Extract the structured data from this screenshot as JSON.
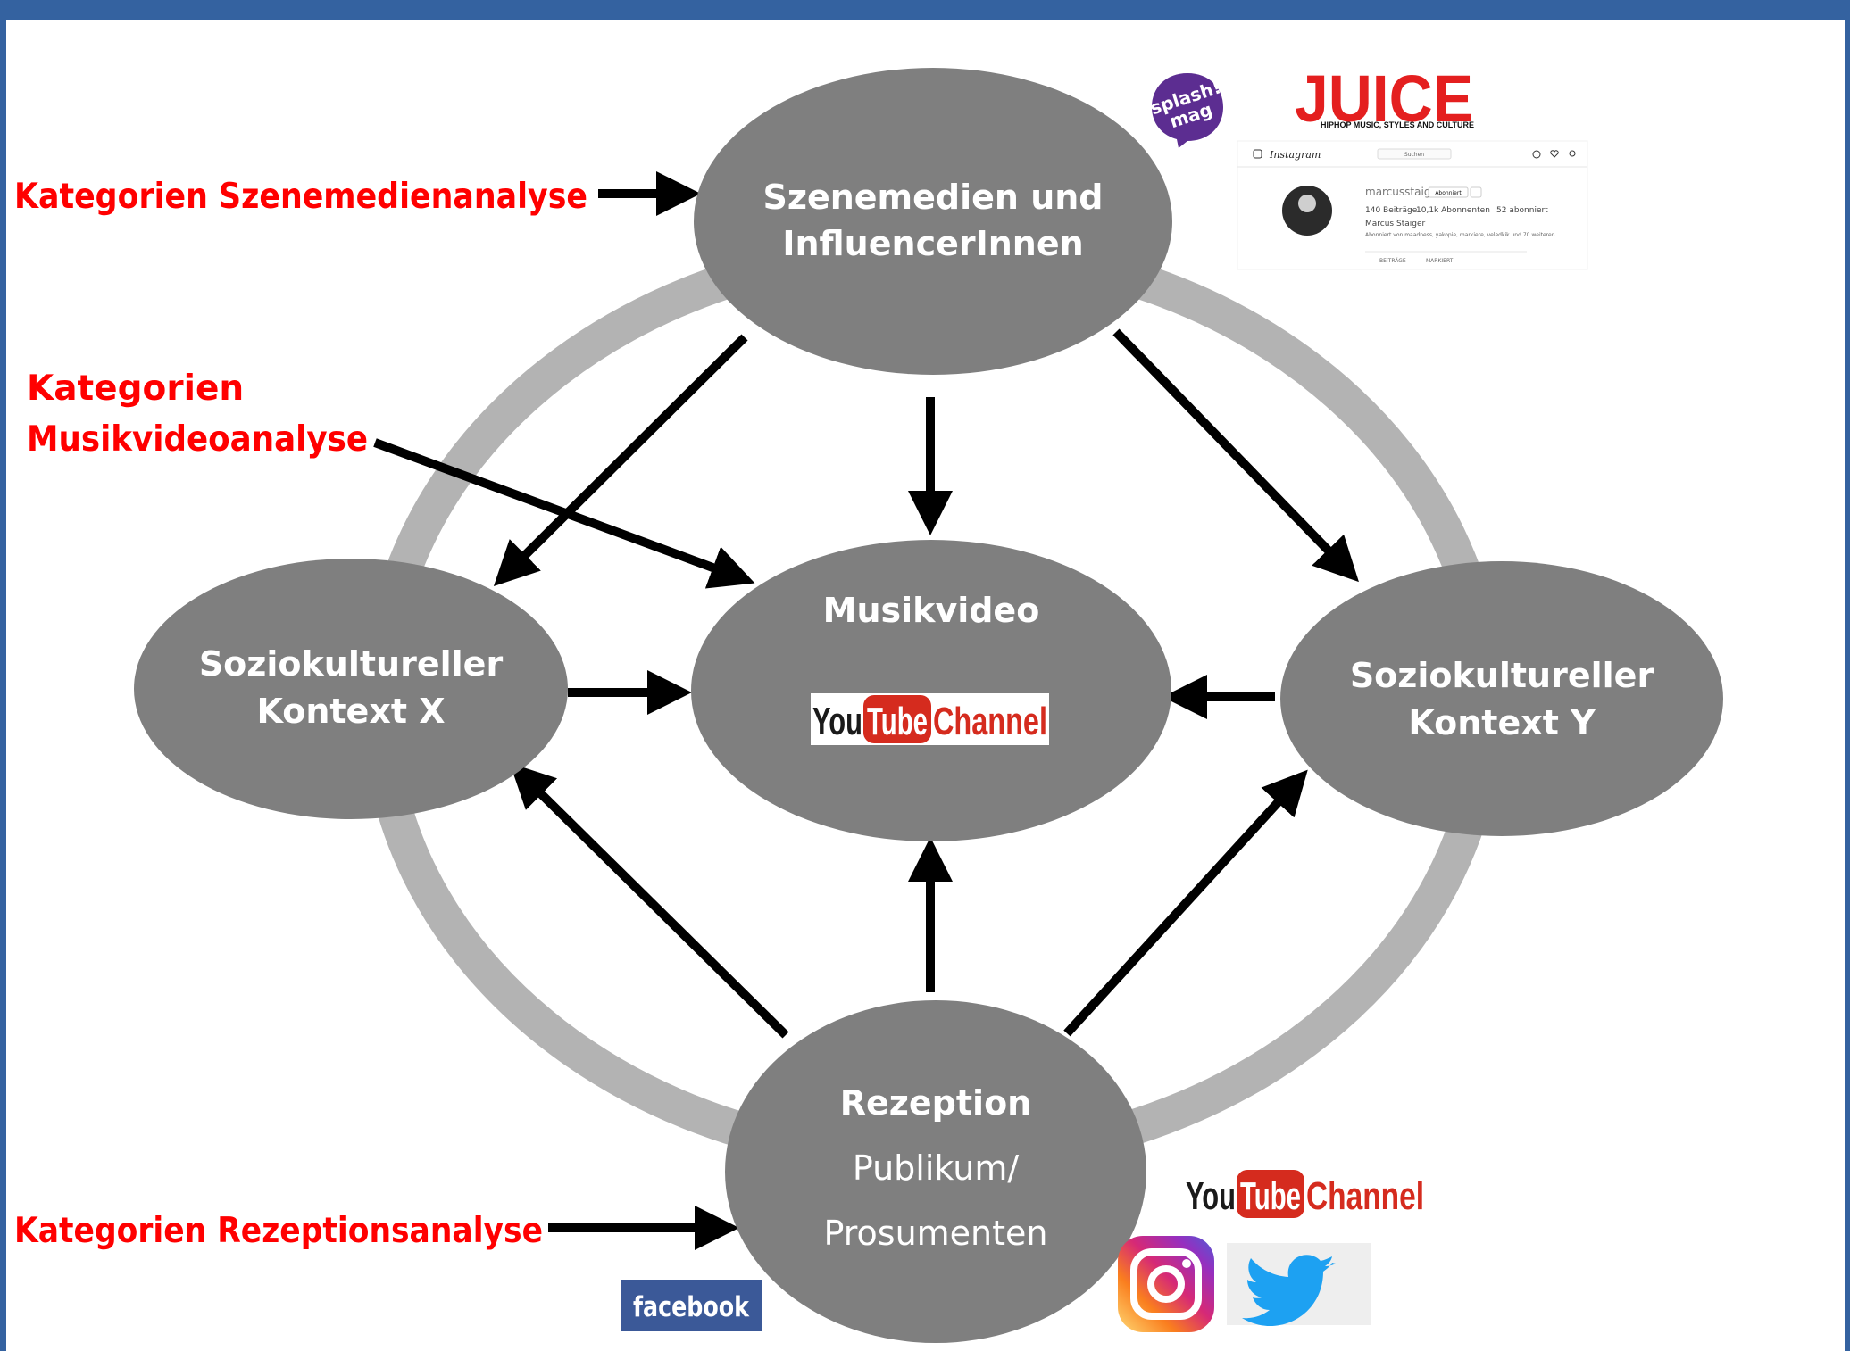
{
  "nodes": {
    "scene_media": {
      "line1": "Szenemedien und",
      "line2": "InfluencerInnen"
    },
    "context_x": {
      "line1": "Soziokultureller",
      "line2": "Kontext X"
    },
    "context_y": {
      "line1": "Soziokultureller",
      "line2": "Kontext Y"
    },
    "music_video": {
      "title": "Musikvideo"
    },
    "reception": {
      "title": "Rezeption",
      "line2": "Publikum/",
      "line3": "Prosumenten"
    }
  },
  "categories": {
    "scene_media": "Kategorien Szenemedienanalyse",
    "music_video_line1": "Kategorien",
    "music_video_line2": "Musikvideoanalyse",
    "reception": "Kategorien Rezeptionsanalyse"
  },
  "logos": {
    "youtube_you": "You",
    "youtube_tube": "Tube",
    "youtube_channel": "Channel",
    "facebook": "facebook",
    "juice": "JUICE",
    "juice_tagline": "HIPHOP MUSIC, STYLES AND CULTURE",
    "splash_line1": "splash!",
    "splash_line2": "mag",
    "instagram_brand": "Instagram",
    "instagram_search": "Suchen",
    "instagram_username": "marcusstaiger",
    "instagram_follow": "Abonniert",
    "instagram_posts": "140 Beiträge",
    "instagram_followers": "10,1k Abonnenten",
    "instagram_following": "52 abonniert",
    "instagram_name": "Marcus Staiger",
    "instagram_bio": "Abonniert von maadness, yakopie, markiere, veledkik und 70 weiteren",
    "instagram_tab_posts": "BEITRÄGE",
    "instagram_tab_tagged": "MARKIERT"
  },
  "colors": {
    "frame_blue": "#3462a0",
    "node_gray": "#7f7f7f",
    "ring_gray": "#b3b3b3",
    "category_red": "#ff0000",
    "youtube_red": "#d52b1e",
    "facebook_blue": "#3b5998",
    "twitter_blue": "#1da1f2",
    "splash_purple": "#5c2d91"
  },
  "icons": [
    "instagram-icon",
    "twitter-icon",
    "facebook-logo",
    "youtube-channel-logo",
    "splash-mag-logo",
    "juice-logo"
  ]
}
